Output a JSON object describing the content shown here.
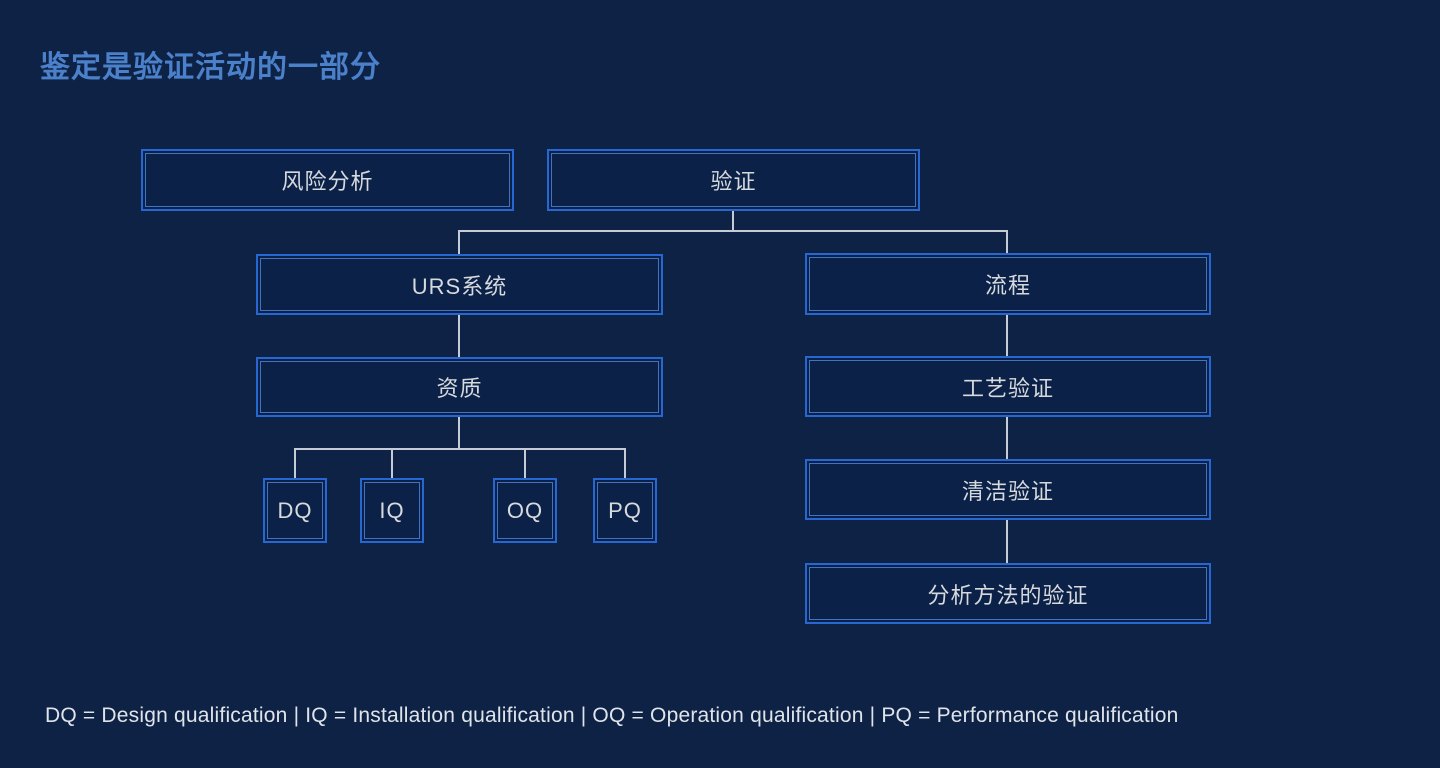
{
  "page": {
    "title": "鉴定是验证活动的一部分"
  },
  "diagram": {
    "nodes": {
      "risk_analysis": {
        "label": "风险分析"
      },
      "validation": {
        "label": "验证"
      },
      "urs_system": {
        "label": "URS系统"
      },
      "process": {
        "label": "流程"
      },
      "qualification": {
        "label": "资质"
      },
      "process_validation": {
        "label": "工艺验证"
      },
      "cleaning_validation": {
        "label": "清洁验证"
      },
      "analytical_method_validation": {
        "label": "分析方法的验证"
      },
      "dq": {
        "label": "DQ"
      },
      "iq": {
        "label": "IQ"
      },
      "oq": {
        "label": "OQ"
      },
      "pq": {
        "label": "PQ"
      }
    },
    "edges": [
      {
        "from": "验证",
        "to": "URS系统"
      },
      {
        "from": "验证",
        "to": "流程"
      },
      {
        "from": "URS系统",
        "to": "资质"
      },
      {
        "from": "资质",
        "to": "DQ"
      },
      {
        "from": "资质",
        "to": "IQ"
      },
      {
        "from": "资质",
        "to": "OQ"
      },
      {
        "from": "资质",
        "to": "PQ"
      },
      {
        "from": "流程",
        "to": "工艺验证"
      },
      {
        "from": "工艺验证",
        "to": "清洁验证"
      },
      {
        "from": "清洁验证",
        "to": "分析方法的验证"
      }
    ]
  },
  "footnote": {
    "text": "DQ = Design qualification | IQ = Installation qualification | OQ = Operation qualification | PQ = Performance qualification"
  },
  "colors": {
    "background": "#0d2244",
    "box_fill": "#0c2147",
    "box_border": "#2767d2",
    "box_border_inner": "#4c80d8",
    "connector": "#c5ccd8",
    "title": "#4b80ca",
    "box_text": "#d6dade",
    "footnote_text": "#e0e4ea"
  }
}
